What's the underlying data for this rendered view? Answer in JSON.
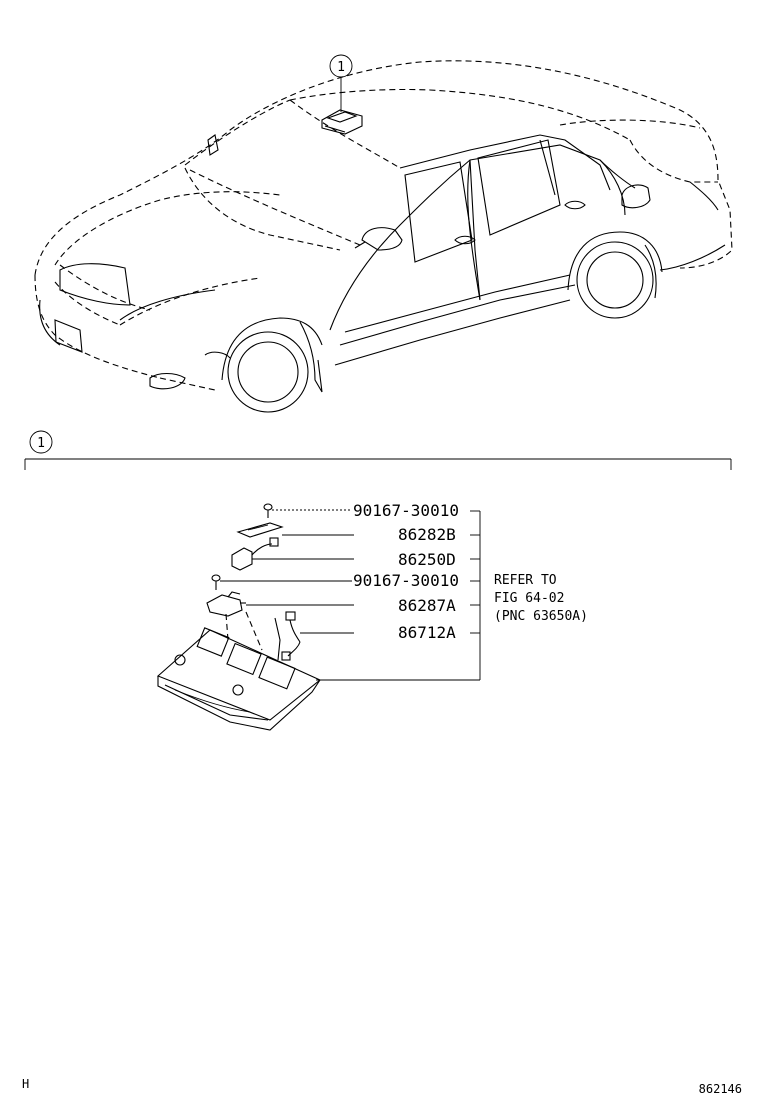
{
  "callout": {
    "number": "1"
  },
  "section": {
    "number": "1"
  },
  "parts": [
    {
      "id": "90167-30010",
      "label": "90167-30010"
    },
    {
      "id": "86282B",
      "label": "86282B"
    },
    {
      "id": "86250D",
      "label": "86250D"
    },
    {
      "id": "90167-30010-b",
      "label": "90167-30010"
    },
    {
      "id": "86287A",
      "label": "86287A"
    },
    {
      "id": "86712A",
      "label": "86712A"
    }
  ],
  "reference_note": {
    "line1": "REFER TO",
    "line2": "FIG 64-02",
    "line3": "(PNC 63650A)"
  },
  "footer": {
    "left": "H",
    "right": "862146"
  }
}
